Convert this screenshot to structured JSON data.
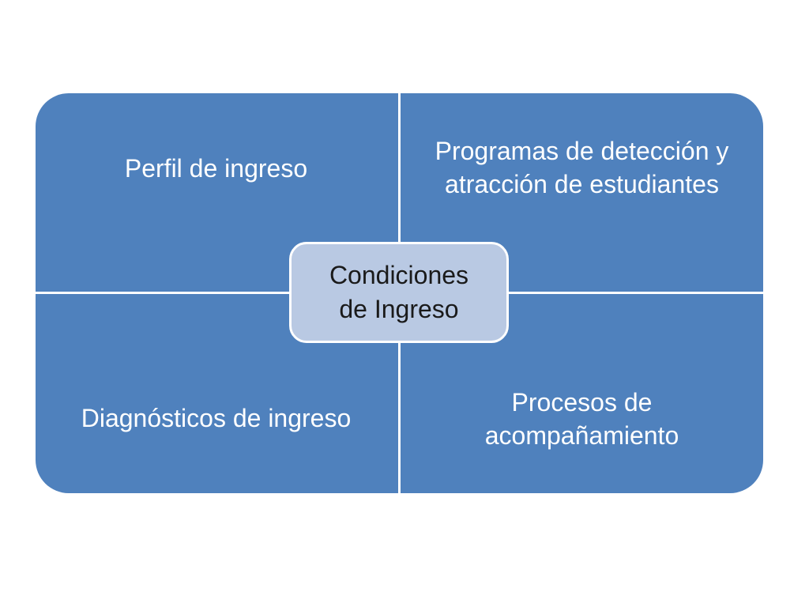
{
  "diagram": {
    "quadrants": {
      "top_left": "Perfil de ingreso",
      "top_right_line1": "Programas de detección y",
      "top_right_line2": "atracción de estudiantes",
      "bottom_left": "Diagnósticos de ingreso",
      "bottom_right_line1": "Procesos de",
      "bottom_right_line2": "acompañamiento"
    },
    "center": {
      "line1": "Condiciones",
      "line2": "de Ingreso"
    }
  },
  "colors": {
    "quadrant_fill": "#4f81bd",
    "center_fill": "#b9c9e3",
    "divider": "#ffffff",
    "quadrant_text": "#ffffff",
    "center_text": "#1a1a1a"
  }
}
